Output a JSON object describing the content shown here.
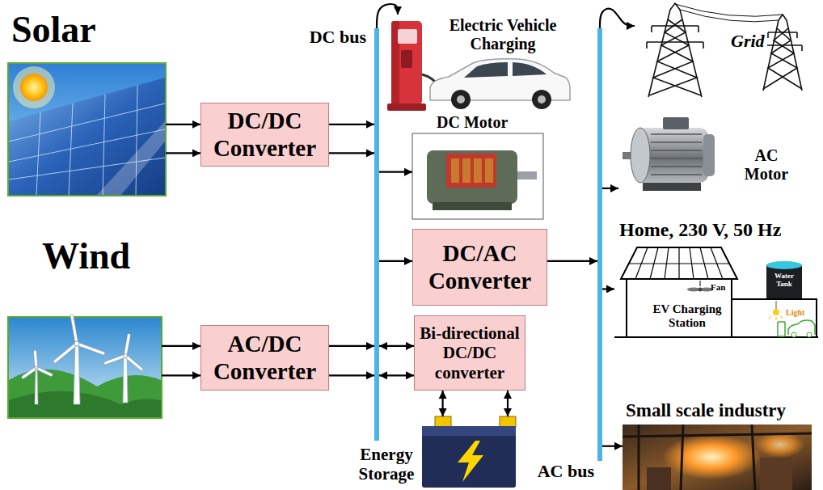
{
  "diagram": {
    "nodes": [
      {
        "text": [
          "Solar"
        ]
      },
      {
        "text": [
          "DC/DC Converter"
        ]
      },
      {
        "text": [
          "Wind"
        ]
      },
      {
        "text": [
          "AC/DC Converter"
        ]
      },
      {
        "text": [
          "DC bus"
        ]
      },
      {
        "text": [
          "Electric Vehicle Charging"
        ]
      },
      {
        "text": [
          "DC Motor"
        ]
      },
      {
        "text": [
          "DC/AC Converter"
        ]
      },
      {
        "text": [
          "Bi-directional DC/DC converter"
        ]
      },
      {
        "text": [
          "Energy Storage"
        ]
      },
      {
        "text": [
          "AC bus"
        ]
      },
      {
        "text": [
          "Grid"
        ]
      },
      {
        "text": [
          "AC Motor"
        ]
      },
      {
        "text": [
          "Home, 230 V, 50 Hz"
        ]
      },
      {
        "text": [
          "Small scale industry"
        ]
      }
    ],
    "edges": [
      {
        "from": 0,
        "to": 1,
        "arrow": "to"
      },
      {
        "from": 0,
        "to": 1,
        "arrow": "to"
      },
      {
        "from": 1,
        "to": 4,
        "arrow": "to"
      },
      {
        "from": 1,
        "to": 4,
        "arrow": "to"
      },
      {
        "from": 2,
        "to": 3,
        "arrow": "to"
      },
      {
        "from": 2,
        "to": 3,
        "arrow": "to"
      },
      {
        "from": 3,
        "to": 4,
        "arrow": "to"
      },
      {
        "from": 3,
        "to": 4,
        "arrow": "to"
      },
      {
        "from": 4,
        "to": 5,
        "arrow": "to"
      },
      {
        "from": 4,
        "to": 6,
        "arrow": "to"
      },
      {
        "from": 4,
        "to": 7,
        "arrow": "to"
      },
      {
        "from": 4,
        "to": 8,
        "arrow": "both"
      },
      {
        "from": 4,
        "to": 8,
        "arrow": "both"
      },
      {
        "from": 8,
        "to": 9,
        "arrow": "both"
      },
      {
        "from": 8,
        "to": 9,
        "arrow": "both"
      },
      {
        "from": 7,
        "to": 10,
        "arrow": "to"
      },
      {
        "from": 10,
        "to": 11,
        "arrow": "to"
      },
      {
        "from": 10,
        "to": 12,
        "arrow": "to"
      },
      {
        "from": 10,
        "to": 13,
        "arrow": "to"
      },
      {
        "from": 10,
        "to": 14,
        "arrow": "to"
      }
    ],
    "labels": [
      "Water Tank",
      "Fan",
      "EV Charging Station",
      "Light"
    ]
  }
}
